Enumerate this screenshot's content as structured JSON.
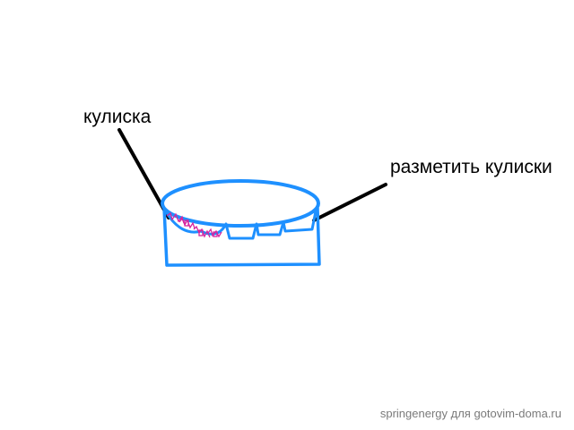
{
  "labels": {
    "slot_label": "кулиска",
    "mark_label": "разметить кулиски"
  },
  "watermark": "springenergy для gotovim-doma.ru",
  "colors": {
    "outline": "#1e90ff",
    "leader_line": "#000000",
    "slot_marks": "#d6249f",
    "background": "#ffffff"
  }
}
